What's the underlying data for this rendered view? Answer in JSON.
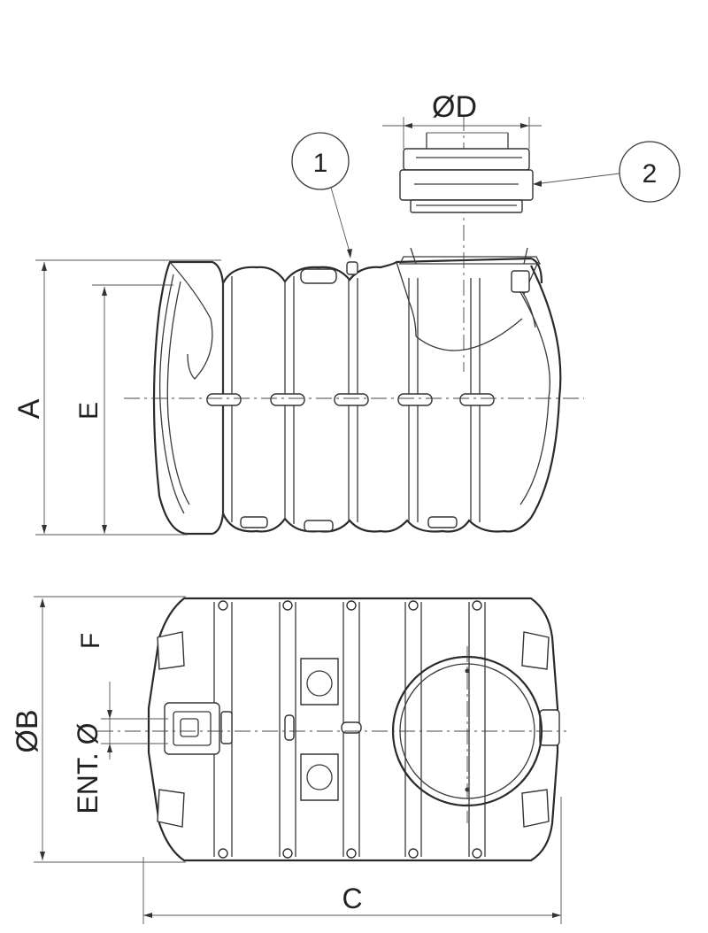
{
  "dimensions": {
    "A": "A",
    "E": "E",
    "B": "ØB",
    "C": "C",
    "D": "ØD",
    "F": "F",
    "ent": "ENT. Ø"
  },
  "callouts": {
    "c1": "1",
    "c2": "2"
  }
}
